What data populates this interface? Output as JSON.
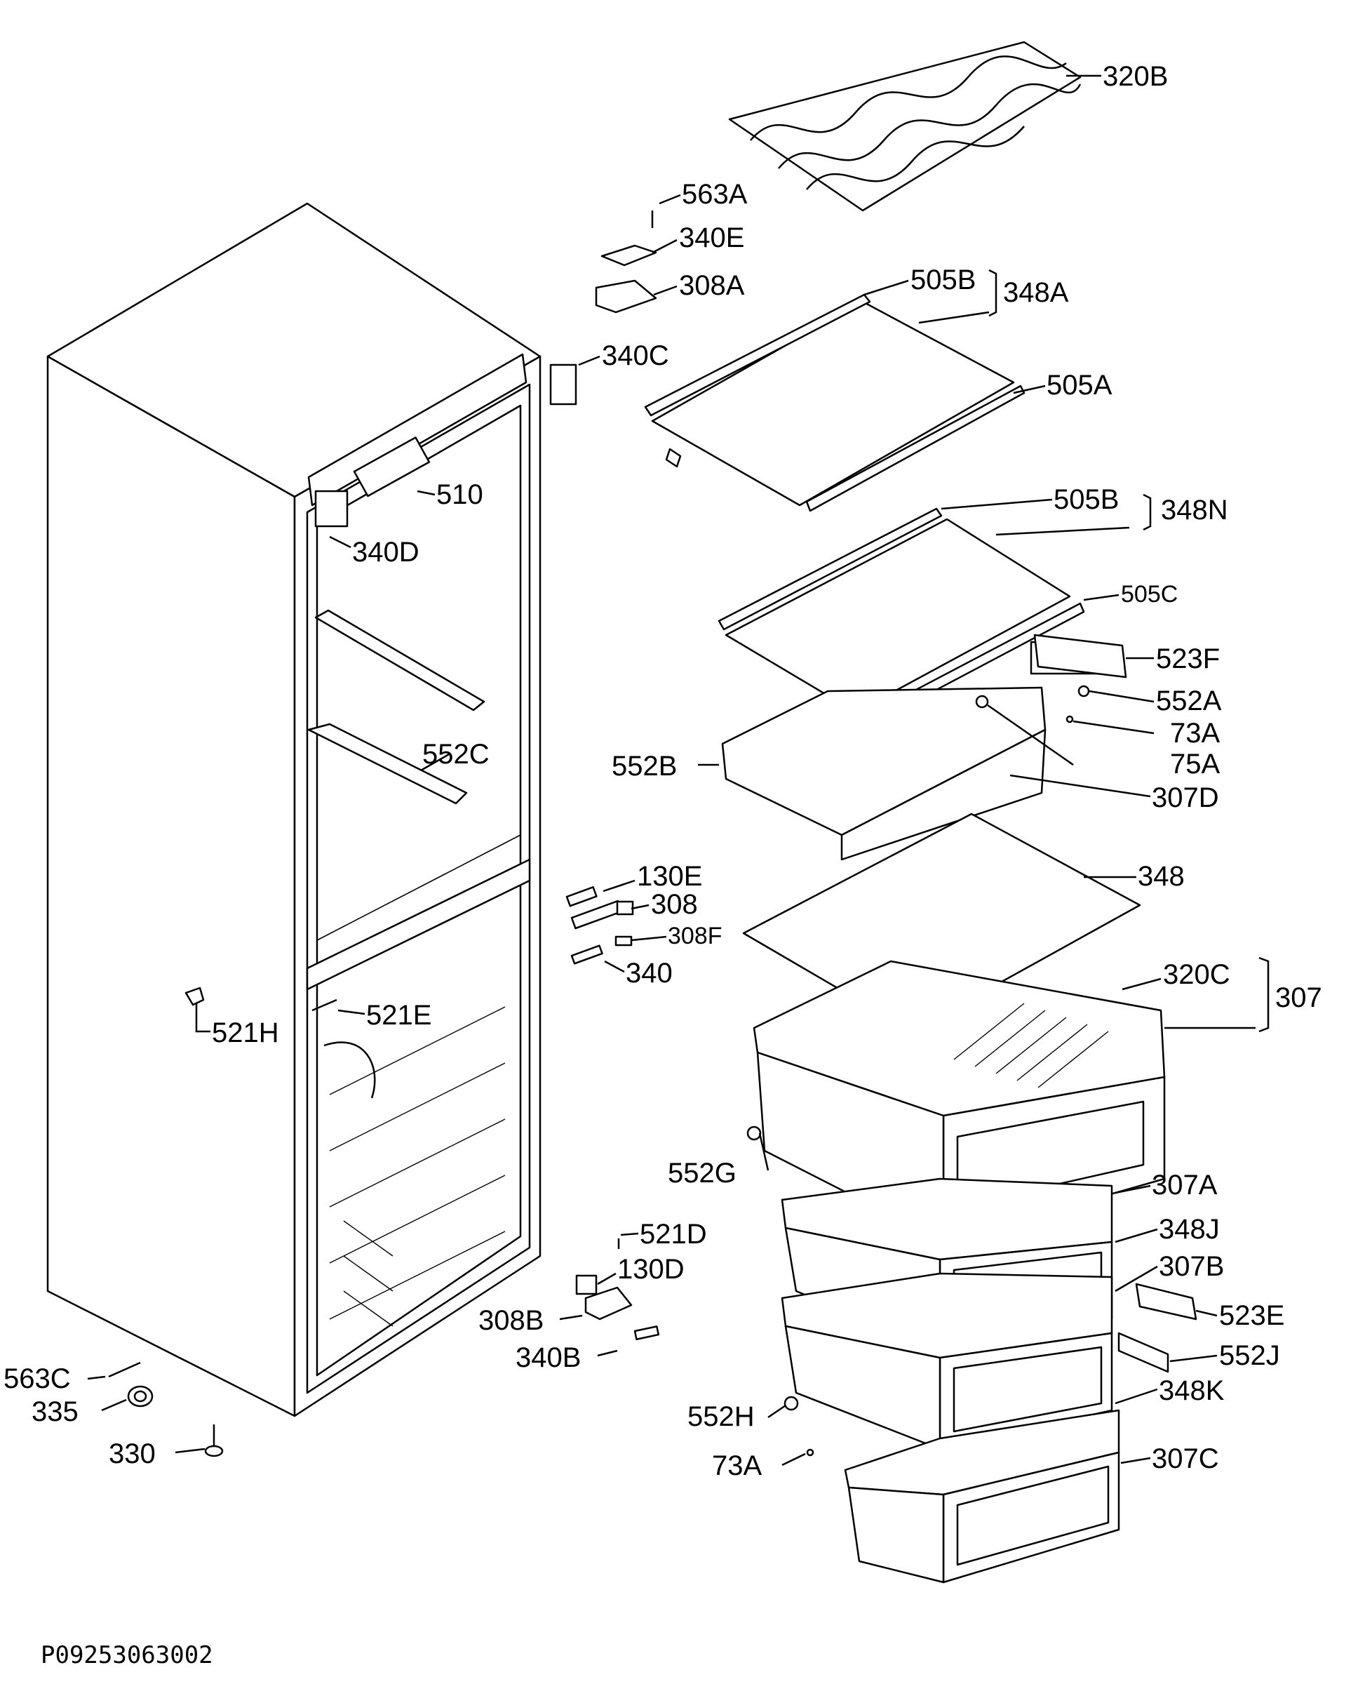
{
  "diagram": {
    "footer_code": "P09253063002",
    "labels": {
      "l_320B": "320B",
      "l_563A": "563A",
      "l_340E": "340E",
      "l_308A": "308A",
      "l_505B_top": "505B",
      "l_348A": "348A",
      "l_340C": "340C",
      "l_505A": "505A",
      "l_510": "510",
      "l_505B_mid": "505B",
      "l_348N": "348N",
      "l_340D": "340D",
      "l_505C": "505C",
      "l_523F": "523F",
      "l_552A": "552A",
      "l_73A_top": "73A",
      "l_552C": "552C",
      "l_552B": "552B",
      "l_75A": "75A",
      "l_307D": "307D",
      "l_130E": "130E",
      "l_348": "348",
      "l_308": "308",
      "l_308F": "308F",
      "l_340": "340",
      "l_320C": "320C",
      "l_307": "307",
      "l_521E": "521E",
      "l_521H": "521H",
      "l_552G": "552G",
      "l_307A": "307A",
      "l_521D": "521D",
      "l_348J": "348J",
      "l_130D": "130D",
      "l_307B": "307B",
      "l_308B": "308B",
      "l_523E": "523E",
      "l_340B": "340B",
      "l_552J": "552J",
      "l_563C": "563C",
      "l_348K": "348K",
      "l_335": "335",
      "l_552H": "552H",
      "l_330": "330",
      "l_73A_bot": "73A",
      "l_307C": "307C"
    }
  }
}
